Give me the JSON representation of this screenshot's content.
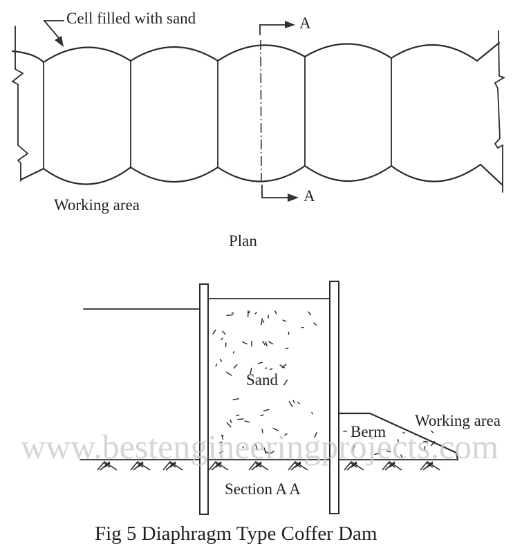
{
  "figure": {
    "caption": "Fig 5 Diaphragm Type Coffer Dam",
    "watermark": "www.bestengineeringprojects.com"
  },
  "plan_view": {
    "title": "Plan",
    "callout_cell": "Cell filled with sand",
    "working_area_label": "Working area",
    "section_marker_top": "A",
    "section_marker_bottom": "A",
    "cell_count": 5
  },
  "section_view": {
    "title": "Section A A",
    "sand_label": "Sand",
    "berm_label": "Berm",
    "working_area_label": "Working area"
  },
  "colors": {
    "ink": "#2a2a2a",
    "background": "#ffffff",
    "watermark": "#c8c8c8"
  }
}
